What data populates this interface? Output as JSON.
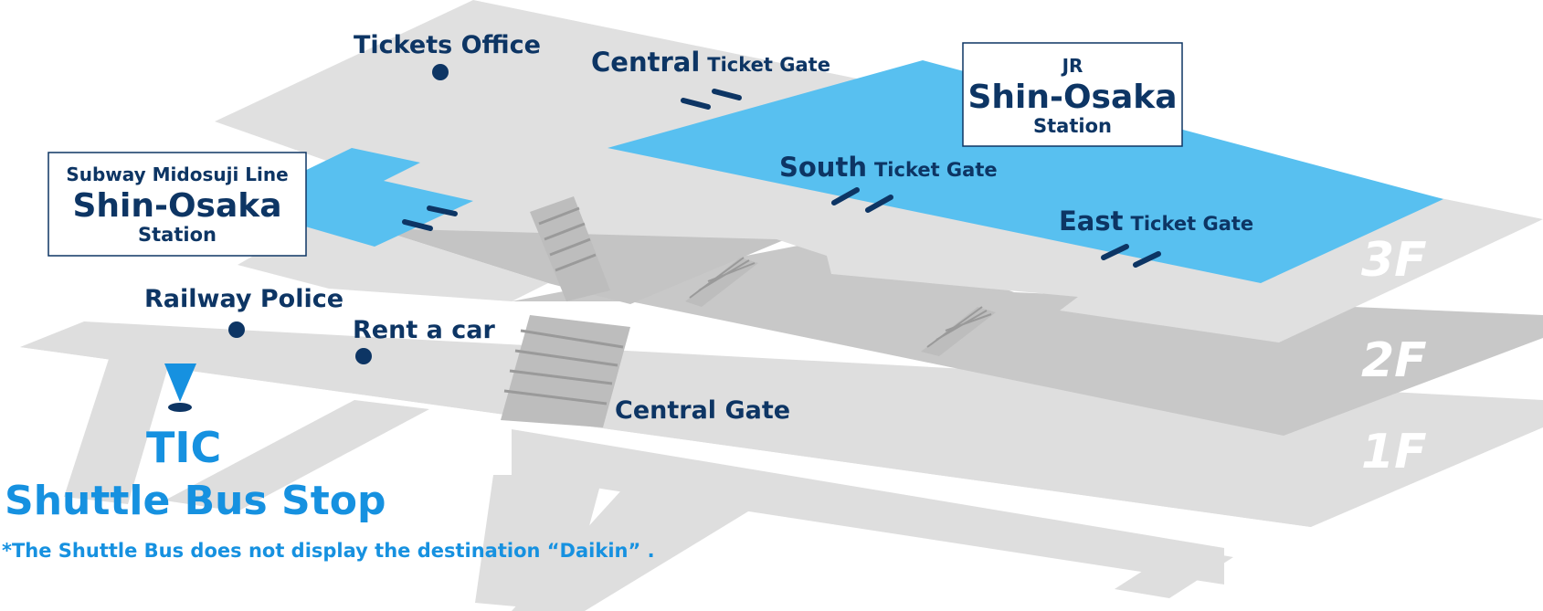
{
  "colors": {
    "floor_3f": "#e0e0e0",
    "floor_2f": "#c7c7c7",
    "floor_1f": "#dcdcdc",
    "jr_area": "#58c0f0",
    "label_dark": "#0d3564",
    "tic_blue": "#1691e0"
  },
  "floors": {
    "f3": "3F",
    "f2": "2F",
    "f1": "1F"
  },
  "stations": {
    "jr": {
      "line": "JR",
      "name": "Shin-Osaka",
      "suffix": "Station"
    },
    "subway": {
      "line": "Subway Midosuji Line",
      "name": "Shin-Osaka",
      "suffix": "Station"
    }
  },
  "places": {
    "tickets_office": "Tickets Office",
    "railway_police": "Railway Police",
    "rent_a_car": "Rent a car",
    "central_gate": "Central Gate"
  },
  "gates": {
    "central": {
      "name": "Central",
      "suffix": "Ticket Gate"
    },
    "south": {
      "name": "South",
      "suffix": "Ticket Gate"
    },
    "east": {
      "name": "East",
      "suffix": "Ticket Gate"
    }
  },
  "tic": {
    "title": "TIC",
    "subtitle": "Shuttle Bus Stop",
    "note": "*The Shuttle Bus does not display the destination “Daikin” ."
  },
  "icons": {
    "location_marker": "map-pin-icon",
    "place_dot": "dot-icon"
  }
}
